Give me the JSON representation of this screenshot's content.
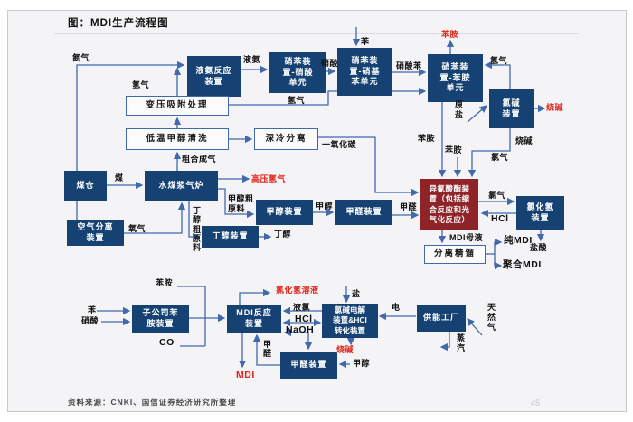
{
  "page": {
    "title": "图：MDI生产流程图",
    "source": "资料来源：CNKI、国信证券经济研究所整理",
    "page_number": "45"
  },
  "colors": {
    "dark_box": "#164273",
    "red_box": "#8e2328",
    "white_box_border": "#4169ac",
    "line_blue": "#4169ac",
    "red_text": "#e1251b",
    "panel_bg": "#f4f3f5"
  },
  "nodes": {
    "ammonia_reactor": {
      "label": "液氨反应\n装置"
    },
    "nitric_unit": {
      "label": "硝苯装\n置-硝酸\n单元"
    },
    "nitrobenzene_unit": {
      "label": "硝苯装\n置-硝基\n苯单元"
    },
    "aniline_unit": {
      "label": "硝苯装\n置-苯胺\n单元"
    },
    "chloralkali": {
      "label": "氯碱\n装置"
    },
    "psa": {
      "label": "变压吸附处理"
    },
    "methanol_wash": {
      "label": "低温甲醇清洗"
    },
    "cryo_separation": {
      "label": "深冷分离"
    },
    "coal_bunker": {
      "label": "煤仓"
    },
    "gasifier": {
      "label": "水煤浆气炉"
    },
    "air_separation": {
      "label": "空气分离\n装置"
    },
    "methanol_plant": {
      "label": "甲醇装置"
    },
    "butanol_plant": {
      "label": "丁醇装置"
    },
    "formaldehyde_plant_top": {
      "label": "甲醛装置"
    },
    "isocyanate_plant": {
      "label": "异氰酸酯装\n置（包括缩\n合反应和光\n气化反应）"
    },
    "hcl_plant": {
      "label": "氯化氢\n装置"
    },
    "separation_rectification": {
      "label": "分离精馏"
    },
    "sub_aniline_plant": {
      "label": "子公司苯\n胺装置"
    },
    "mdi_reactor": {
      "label": "MDI反应\n装置"
    },
    "electrolysis_plant": {
      "label": "氯碱电解\n装置&HCl\n转化装置"
    },
    "energy_plant": {
      "label": "供能工厂"
    },
    "formaldehyde_plant_bottom": {
      "label": "甲醛装置"
    }
  },
  "flows": {
    "nitrogen": {
      "label": "氮气"
    },
    "hydrogen_psa_top": {
      "label": "氢气"
    },
    "liquid_ammonia": {
      "label": "液氨"
    },
    "benzene_top": {
      "label": "苯"
    },
    "nitric_acid_top": {
      "label": "硝酸"
    },
    "nitrobenzene": {
      "label": "硝酸苯"
    },
    "aniline_out_red": {
      "label": "苯胺"
    },
    "hydrogen_right": {
      "label": "氢气"
    },
    "hydrogen_psa_right": {
      "label": "氢气"
    },
    "raw_salt": {
      "label": "原\n盐"
    },
    "caustic_right_red": {
      "label": "烧碱"
    },
    "caustic_down": {
      "label": "烧碱"
    },
    "chlorine_top": {
      "label": "氯气"
    },
    "coal": {
      "label": "煤"
    },
    "crude_syngas": {
      "label": "粗合成气"
    },
    "hp_hydrogen_red": {
      "label": "高压氢气"
    },
    "methanol_crude": {
      "label": "甲醇粗\n原料"
    },
    "oxygen": {
      "label": "氧气"
    },
    "butanol_crude": {
      "label": "丁\n醇\n粗\n原\n料"
    },
    "carbon_monoxide": {
      "label": "一氧化碳"
    },
    "methanol_mid": {
      "label": "甲醇"
    },
    "butanol_out": {
      "label": "丁醇"
    },
    "formaldehyde_mid": {
      "label": "甲醛"
    },
    "aniline_down_1": {
      "label": "苯胺"
    },
    "aniline_down_2": {
      "label": "苯胺"
    },
    "chlorine_to_hcl_plant": {
      "label": "氯气"
    },
    "hcl_return": {
      "label": "HCl"
    },
    "mdi_mother_liquor": {
      "label": "MDI母液"
    },
    "pure_mdi": {
      "label": "纯MDI"
    },
    "hydrochloric_acid": {
      "label": "盐酸"
    },
    "poly_mdi": {
      "label": "聚合MDI"
    },
    "aniline_bottom": {
      "label": "苯胺"
    },
    "benzene_bottom": {
      "label": "苯"
    },
    "nitric_acid_bottom": {
      "label": "硝酸"
    },
    "co_bottom": {
      "label": "CO"
    },
    "hcl_solution_red": {
      "label": "氯化氢溶液"
    },
    "salt": {
      "label": "盐"
    },
    "liquid_chlorine": {
      "label": "液氯"
    },
    "hcl_mid": {
      "label": "HCl"
    },
    "naoh": {
      "label": "NaOH"
    },
    "caustic_bottom_red": {
      "label": "烧碱"
    },
    "methanol_bottom": {
      "label": "甲醇"
    },
    "formaldehyde_vertical": {
      "label": "甲\n醛"
    },
    "mdi_red": {
      "label": "MDI"
    },
    "electricity": {
      "label": "电"
    },
    "natural_gas": {
      "label": "天\n然\n气"
    },
    "steam": {
      "label": "蒸\n汽"
    }
  }
}
